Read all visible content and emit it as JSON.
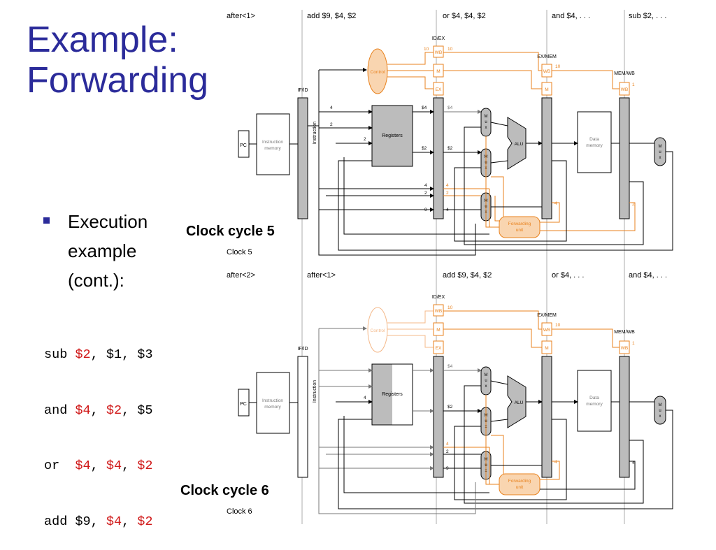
{
  "slide": {
    "title_line1": "Example:",
    "title_line2": "Forwarding",
    "bullet_line1": "Execution",
    "bullet_line2": "example",
    "bullet_line3": "(cont.):"
  },
  "code": [
    {
      "op": "sub ",
      "a": "$2",
      "sep1": ", ",
      "b": "$1",
      "sep2": ", ",
      "c": "$3"
    },
    {
      "op": "and ",
      "a": "$4",
      "sep1": ", ",
      "b": "$2",
      "sep2": ", ",
      "c": "$5"
    },
    {
      "op": "or  ",
      "a": "$4",
      "sep1": ", ",
      "b": "$4",
      "sep2": ", ",
      "c": "$2"
    },
    {
      "op": "add ",
      "a": "$9",
      "sep1": ", ",
      "b": "$4",
      "sep2": ", ",
      "c": "$2"
    }
  ],
  "colors": {
    "title": "#2b2b9a",
    "highlight": "#d01818",
    "control": "#e8821e",
    "control_fill": "#f9d5b0",
    "register_fill": "#bcbcbc"
  },
  "top_diagram": {
    "stage_labels": [
      "after<1>",
      "add $9, $4, $2",
      "or $4, $4, $2",
      "and $4, . . .",
      "sub $2, . . ."
    ],
    "cycle_label": "Clock cycle 5",
    "clock_label": "Clock 5",
    "values": {
      "v10a": "10",
      "v10b": "10",
      "v10c": "10",
      "v1": "1",
      "r4": "4",
      "r2a": "2",
      "r2b": "2",
      "d4a": "$4",
      "d4b": "$4",
      "d2a": "$2",
      "d2b": "$2",
      "s4a": "4",
      "s4b": "4",
      "s2a": "2",
      "s2b": "2",
      "s9": "9",
      "s4c": "4",
      "e4": "4",
      "m2": "2"
    }
  },
  "bottom_diagram": {
    "stage_labels": [
      "after<2>",
      "after<1>",
      "add $9, $4, $2",
      "or $4, . . .",
      "and $4, . . ."
    ],
    "cycle_label": "Clock cycle 6",
    "clock_label": "Clock 6",
    "values": {
      "v10a": "10",
      "v10b": "10",
      "v1": "1",
      "r4": "4",
      "d4b": "$4",
      "d2a": "$2",
      "s4b": "4",
      "s2a": "2",
      "s9": "9",
      "e4": "4",
      "m4": "4"
    }
  },
  "components": {
    "id_ex": "ID/EX",
    "ex_mem": "EX/MEM",
    "mem_wb": "MEM/WB",
    "if_id": "IF/ID",
    "wb": "WB",
    "m": "M",
    "ex": "EX",
    "control": "Control",
    "pc": "PC",
    "instr_mem_1": "Instruction",
    "instr_mem_2": "memory",
    "instruction": "Instruction",
    "registers": "Registers",
    "mux_m": "M",
    "mux_u": "u",
    "mux_x": "x",
    "alu": "ALU",
    "data_mem_1": "Data",
    "data_mem_2": "memory",
    "fwd_1": "Forwarding",
    "fwd_2": "unit"
  }
}
